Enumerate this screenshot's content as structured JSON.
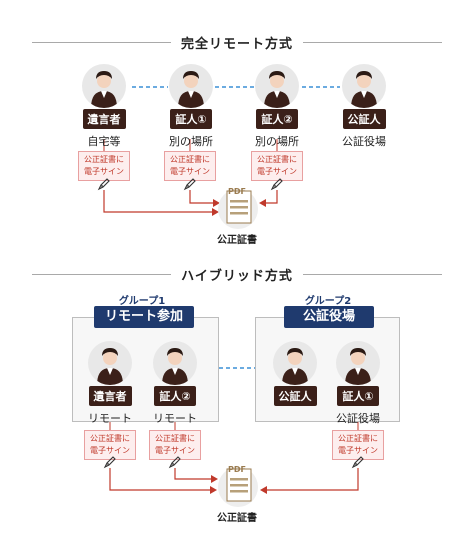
{
  "section1": {
    "title": "完全リモート方式",
    "persons": [
      {
        "role": "遺言者",
        "location": "自宅等"
      },
      {
        "role": "証人①",
        "location": "別の場所"
      },
      {
        "role": "証人②",
        "location": "別の場所"
      },
      {
        "role": "公証人",
        "location": "公証役場"
      }
    ],
    "signature_label": [
      "公正証書に",
      "電子サイン"
    ],
    "doc_icon_text": "PDF",
    "doc_label": "公正証書"
  },
  "section2": {
    "title": "ハイブリッド方式",
    "group1": {
      "caption": "グループ1",
      "tag": "リモート参加"
    },
    "group2": {
      "caption": "グループ2",
      "tag": "公証役場"
    },
    "persons": [
      {
        "role": "遺言者",
        "location": "リモート"
      },
      {
        "role": "証人②",
        "location": "リモート"
      },
      {
        "role": "公証人",
        "location": ""
      },
      {
        "role": "証人①",
        "location": "公証役場"
      }
    ],
    "signature_label": [
      "公正証書に",
      "電子サイン"
    ],
    "doc_icon_text": "PDF",
    "doc_label": "公正証書"
  },
  "colors": {
    "accent_red": "#c0392b",
    "navy": "#1f3a6e",
    "role_bg": "#3b2019",
    "dash_blue": "#3a8fd6"
  }
}
